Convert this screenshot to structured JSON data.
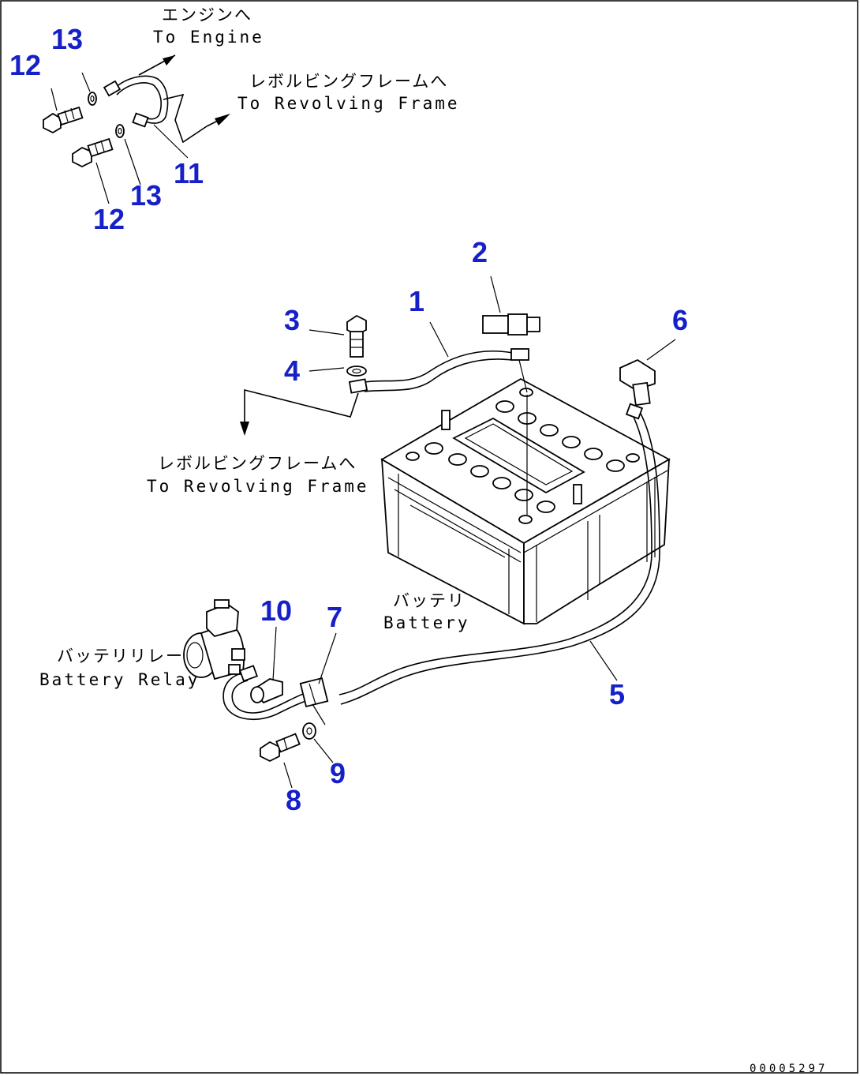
{
  "labels": {
    "engine_jp": "エンジンへ",
    "engine_en": "To Engine",
    "revolving_top_jp": "レボルビングフレームへ",
    "revolving_top_en": "To Revolving Frame",
    "revolving_mid_jp": "レボルビングフレームへ",
    "revolving_mid_en": "To Revolving Frame",
    "battery_jp": "バッテリ",
    "battery_en": "Battery",
    "relay_jp": "バッテリリレー",
    "relay_en": "Battery Relay"
  },
  "callouts": {
    "c1": "1",
    "c2": "2",
    "c3": "3",
    "c4": "4",
    "c5": "5",
    "c6": "6",
    "c7": "7",
    "c8": "8",
    "c9": "9",
    "c10": "10",
    "c11": "11",
    "c12a": "12",
    "c12b": "12",
    "c13a": "13",
    "c13b": "13"
  },
  "drawing_code": "00005297",
  "colors": {
    "callout": "#1520c8",
    "line": "#000000",
    "background": "#ffffff"
  }
}
